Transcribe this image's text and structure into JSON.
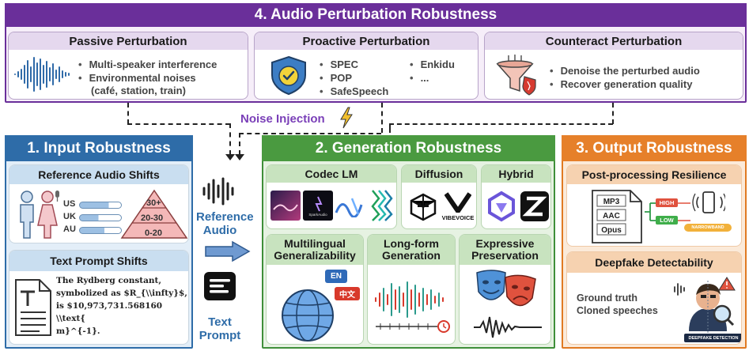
{
  "top": {
    "title": "4. Audio Perturbation Robustness",
    "passive": {
      "title": "Passive Perturbation",
      "bullets": [
        "Multi-speaker interference",
        "Environmental noises",
        "(café, station, train)"
      ]
    },
    "proactive": {
      "title": "Proactive Perturbation",
      "bullets_left": [
        "SPEC",
        "POP",
        "SafeSpeech"
      ],
      "bullets_right": [
        "Enkidu",
        "..."
      ]
    },
    "counteract": {
      "title": "Counteract Perturbation",
      "bullets": [
        "Denoise the perturbed audio",
        "Recover generation quality"
      ]
    }
  },
  "noise_injection": "Noise Injection",
  "input": {
    "title": "1. Input Robustness",
    "ref_shifts": {
      "title": "Reference Audio Shifts",
      "countries": [
        "US",
        "UK",
        "AU"
      ],
      "age_groups": [
        "30+",
        "20-30",
        "0-20"
      ]
    },
    "text_shifts": {
      "title": "Text Prompt Shifts",
      "text_lines": [
        "The Rydberg constant,",
        "symbolized as $R_{\\\\infty}$,",
        "is $10,973,731.568160 \\\\text{",
        "m}^{-1}."
      ]
    }
  },
  "middle": {
    "reference_audio": [
      "Reference",
      "Audio"
    ],
    "text_prompt": [
      "Text",
      "Prompt"
    ]
  },
  "generation": {
    "title": "2. Generation Robustness",
    "codec": {
      "title": "Codec LM",
      "logo_text": "SparkAudio"
    },
    "diffusion": {
      "title": "Diffusion",
      "logo_text": "VIBEVOICE"
    },
    "hybrid": {
      "title": "Hybrid"
    },
    "multilingual": {
      "title": "Multilingual Generalizability",
      "badges": [
        "EN",
        "中文"
      ]
    },
    "longform": {
      "title": "Long-form Generation"
    },
    "expressive": {
      "title": "Expressive Preservation"
    }
  },
  "output": {
    "title": "3. Output Robustness",
    "postproc": {
      "title": "Post-processing Resilience",
      "formats": [
        "MP3",
        "AAC",
        "Opus"
      ],
      "levels": [
        "HIGH",
        "LOW"
      ],
      "narrowband": "NARROWBAND"
    },
    "deepfake": {
      "title": "Deepfake Detectability",
      "lines": [
        "Ground truth",
        "Cloned speeches"
      ],
      "badge": "DEEPFAKE DETECTION"
    }
  },
  "colors": {
    "purple": "#6a2f9a",
    "blue": "#2e6ca8",
    "green": "#4a9a40",
    "orange": "#e6802a"
  }
}
